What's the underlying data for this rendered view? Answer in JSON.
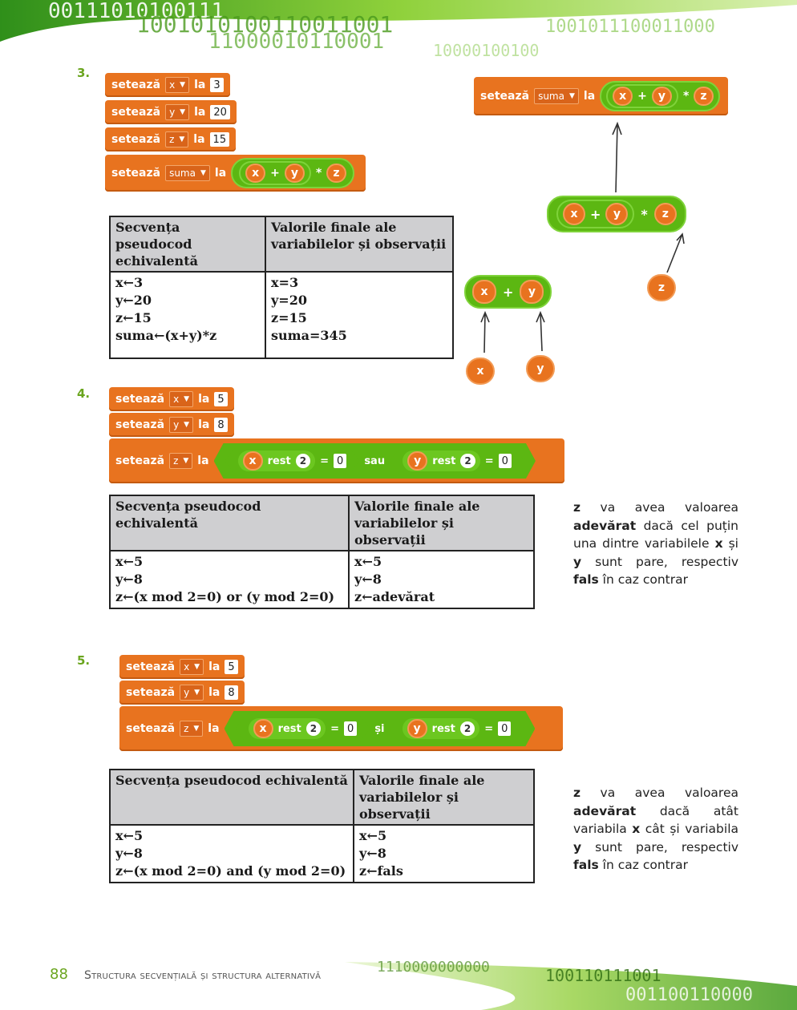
{
  "header_binary": [
    "00111010100111",
    "1001010100110011001",
    "11000010110001",
    "1001011100011000",
    "10000100100"
  ],
  "footer_binary": [
    "1110000000000",
    "100110111001",
    "001100110000"
  ],
  "exercises": [
    {
      "number": "3.",
      "blocks": {
        "set_word": "setează",
        "to_word": "la",
        "lines": [
          {
            "var": "x",
            "value": "3"
          },
          {
            "var": "y",
            "value": "20"
          },
          {
            "var": "z",
            "value": "15"
          }
        ],
        "sum_line": {
          "var": "suma",
          "a": "x",
          "plus": "+",
          "b": "y",
          "times": "*",
          "c": "z"
        }
      },
      "table": {
        "header_left": "Secvența pseudocod echivalentă",
        "header_right": "Valorile finale ale variabilelor și observații",
        "left_lines": [
          "x←3",
          "y←20",
          "z←15",
          "suma←(x+y)*z"
        ],
        "right_lines": [
          "x=3",
          "y=20",
          "z=15",
          "suma=345"
        ]
      },
      "diagram": {
        "top": {
          "set": "setează",
          "var": "suma",
          "to": "la",
          "a": "x",
          "plus": "+",
          "b": "y",
          "times": "*",
          "c": "z"
        },
        "mid": {
          "a": "x",
          "plus": "+",
          "b": "y",
          "times": "*",
          "c": "z"
        },
        "low": {
          "a": "x",
          "plus": "+",
          "b": "y"
        },
        "leaves": {
          "x": "x",
          "y": "y",
          "z": "z"
        }
      }
    },
    {
      "number": "4.",
      "blocks": {
        "set_word": "setează",
        "to_word": "la",
        "lines": [
          {
            "var": "x",
            "value": "5"
          },
          {
            "var": "y",
            "value": "8"
          }
        ],
        "cond": {
          "var": "z",
          "a": "x",
          "op1": "rest",
          "n1": "2",
          "eq1": "=",
          "r1": "0",
          "logic": "sau",
          "b": "y",
          "op2": "rest",
          "n2": "2",
          "eq2": "=",
          "r2": "0"
        }
      },
      "table": {
        "header_left": "Secvența pseudocod echivalentă",
        "header_right": "Valorile finale ale variabilelor și observații",
        "left_lines": [
          "x←5",
          "y←8",
          "z←(x mod 2=0) or (y mod 2=0)"
        ],
        "right_lines": [
          "x←5",
          "y←8",
          "z←adevărat"
        ]
      },
      "note": {
        "p1": "z",
        "p2": " va avea valoarea ",
        "p3": "adevărat",
        "p4": " dacă cel puțin una dintre variabilele ",
        "p5": "x",
        "p6": " și ",
        "p7": "y",
        "p8": " sunt pare, respectiv ",
        "p9": "fals",
        "p10": " în caz contrar"
      }
    },
    {
      "number": "5.",
      "blocks": {
        "set_word": "setează",
        "to_word": "la",
        "lines": [
          {
            "var": "x",
            "value": "5"
          },
          {
            "var": "y",
            "value": "8"
          }
        ],
        "cond": {
          "var": "z",
          "a": "x",
          "op1": "rest",
          "n1": "2",
          "eq1": "=",
          "r1": "0",
          "logic": "și",
          "b": "y",
          "op2": "rest",
          "n2": "2",
          "eq2": "=",
          "r2": "0"
        }
      },
      "table": {
        "header_left": "Secvența pseudocod echivalentă",
        "header_right": "Valorile finale ale variabilelor și observații",
        "left_lines": [
          "x←5",
          "y←8",
          "z←(x mod 2=0) and (y mod 2=0)"
        ],
        "right_lines": [
          "x←5",
          "y←8",
          "z←fals"
        ]
      },
      "note": {
        "p1": "z",
        "p2": " va avea valoarea ",
        "p3": "adevărat",
        "p4": " dacă atât variabila ",
        "p5": "x",
        "p6": " cât și variabila ",
        "p7": "y",
        "p8": " sunt pare, respectiv ",
        "p9": "fals",
        "p10": " în caz contrar"
      }
    }
  ],
  "footer": {
    "page_number": "88",
    "chapter_title": "Structura secvențială și structura alternativă"
  },
  "colors": {
    "accent_green": "#6aa51e",
    "block_orange": "#e8731f",
    "operator_green": "#5cb712",
    "header_gray": "#cfcfd1"
  }
}
